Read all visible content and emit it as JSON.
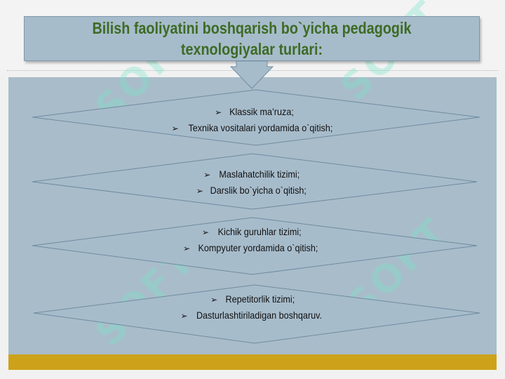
{
  "title": "Bilish faoliyatini boshqarish bo`yicha pedagogik texnologiyalar turlari:",
  "watermark_text": "SOFT",
  "colors": {
    "title_text": "#3d6b24",
    "panel": "#a9bcc9",
    "diamond_fill": "#a7bccb",
    "bottom_bar": "#cda21a"
  },
  "bullet_icon": "arrow-bullet-icon",
  "diamonds": [
    {
      "line1": "Klassik ma’ruza;",
      "line2": "Texnika vositalari yordamida o`qitish;"
    },
    {
      "line1": "Maslahatchilik tizimi;",
      "line2": "Darslik bo`yicha o`qitish;"
    },
    {
      "line1": "Kichik guruhlar tizimi;",
      "line2": "Kompyuter yordamida o`qitish;"
    },
    {
      "line1": "Repetitorlik tizimi;",
      "line2": "Dasturlashtiriladigan boshqaruv."
    }
  ]
}
